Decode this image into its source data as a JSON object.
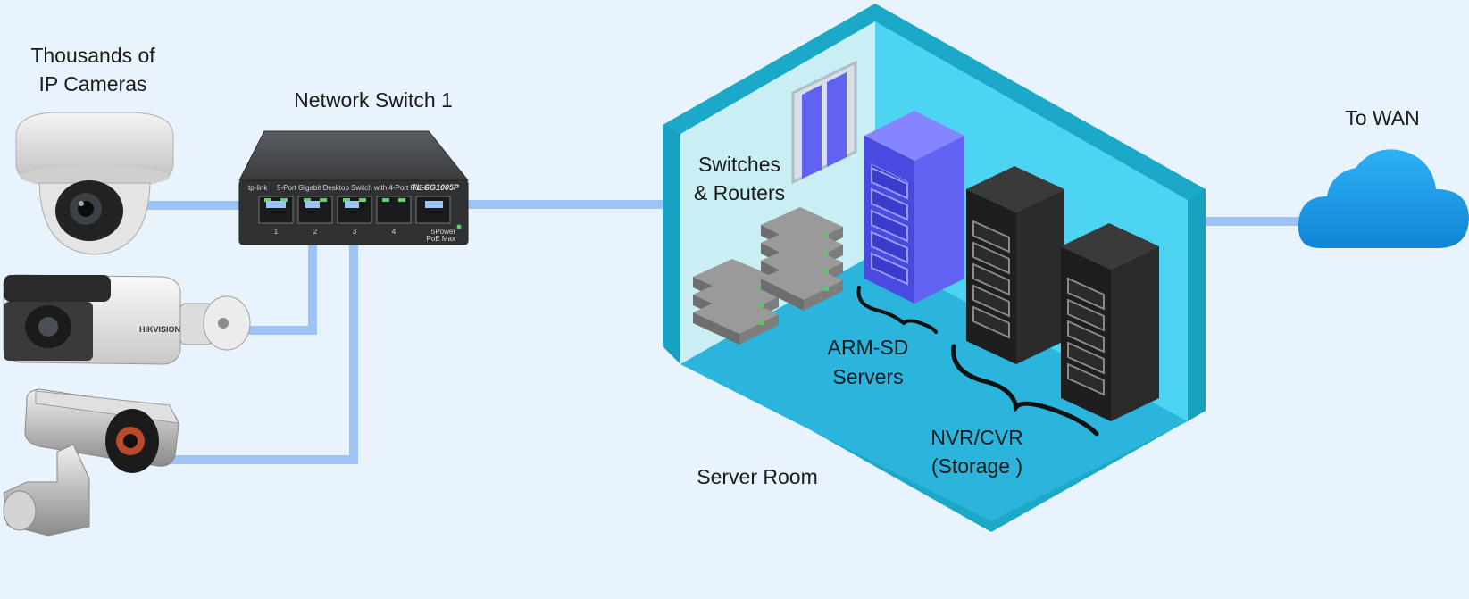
{
  "labels": {
    "cameras_line1": "Thousands of",
    "cameras_line2": "IP Cameras",
    "switch": "Network Switch 1",
    "switches_routers_line1": "Switches",
    "switches_routers_line2": "& Routers",
    "arm_line1": "ARM-SD",
    "arm_line2": "Servers",
    "nvr_line1": "NVR/CVR",
    "nvr_line2": "(Storage )",
    "server_room": "Server Room",
    "wan": "To WAN"
  },
  "switch_device": {
    "brand": "tp-link",
    "description": "5-Port Gigabit Desktop Switch with 4-Port PoE+",
    "model": "TL-SG1005P",
    "port_numbers": [
      "1",
      "2",
      "3",
      "4",
      "5"
    ],
    "power_label": "Power",
    "poe_label": "PoE Max"
  },
  "camera_brand": "HIKVISION",
  "colors": {
    "background": "#e9f3fd",
    "cable": "#9cc4f7",
    "room_floor": "#2bb5dc",
    "room_wall": "#4dd4f2",
    "room_wall_light": "#c9eff5",
    "room_rim": "#1ba8c9",
    "arm_server": "#6262f2",
    "nvr_server": "#2a2a2a",
    "cloud": "#1a9ce8"
  }
}
